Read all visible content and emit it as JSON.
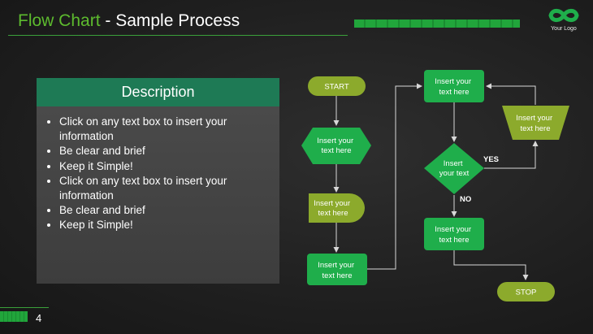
{
  "header": {
    "title_accent": "Flow Chart",
    "title_rest": " - Sample Process"
  },
  "logo": {
    "text": "Your Logo",
    "icon": "infinity-icon"
  },
  "description": {
    "heading": "Description",
    "bullets": [
      "Click on any text box to insert your information",
      "Be clear and brief",
      "Keep it Simple!",
      "Click on any text box to insert your information",
      "Be clear and brief",
      "Keep it Simple!"
    ]
  },
  "flow": {
    "start": "START",
    "hexagon": [
      "Insert your",
      "text here"
    ],
    "delay": [
      "Insert your",
      "text here"
    ],
    "box_left_bottom": [
      "Insert your",
      "text here"
    ],
    "box_top": [
      "Insert your",
      "text here"
    ],
    "decision": [
      "Insert",
      "your text"
    ],
    "trapezoid": [
      "Insert your",
      "text here"
    ],
    "box_right_bottom": [
      "Insert your",
      "text here"
    ],
    "stop": "STOP",
    "yes_label": "YES",
    "no_label": "NO"
  },
  "colors": {
    "green": "#1fae4b",
    "olive": "#8caa2c",
    "accent": "#5dbb2e"
  },
  "footer": {
    "page_number": "4"
  }
}
